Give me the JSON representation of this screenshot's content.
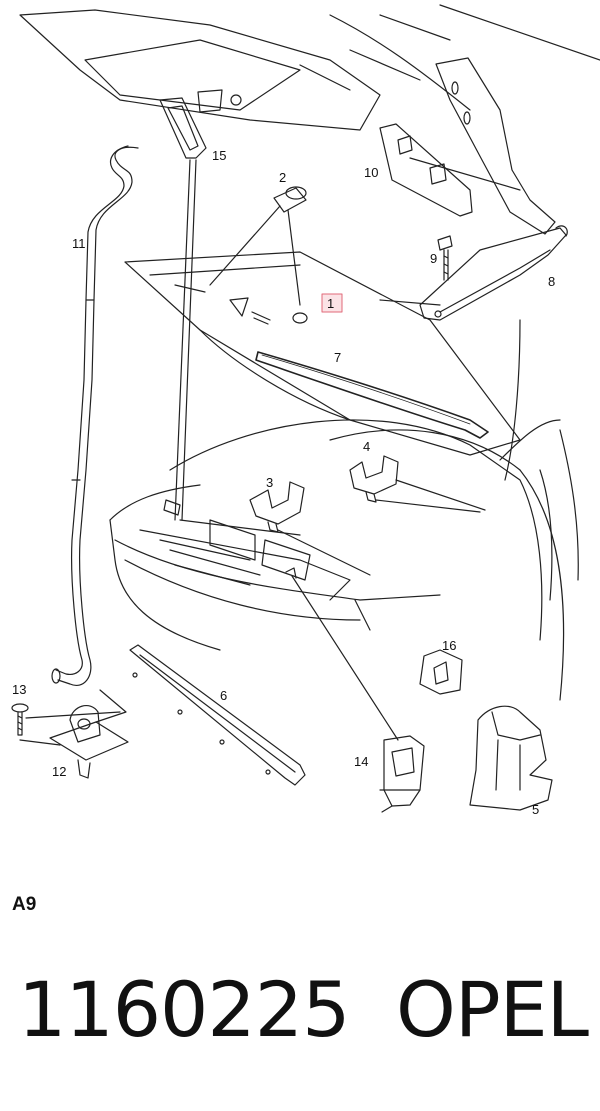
{
  "diagram": {
    "callouts": [
      {
        "id": "1",
        "label": "1",
        "highlighted": true
      },
      {
        "id": "2",
        "label": "2"
      },
      {
        "id": "3",
        "label": "3"
      },
      {
        "id": "4",
        "label": "4"
      },
      {
        "id": "5",
        "label": "5"
      },
      {
        "id": "6",
        "label": "6"
      },
      {
        "id": "7",
        "label": "7"
      },
      {
        "id": "8",
        "label": "8"
      },
      {
        "id": "9",
        "label": "9"
      },
      {
        "id": "10",
        "label": "10"
      },
      {
        "id": "11",
        "label": "11"
      },
      {
        "id": "12",
        "label": "12"
      },
      {
        "id": "13",
        "label": "13"
      },
      {
        "id": "14",
        "label": "14"
      },
      {
        "id": "15",
        "label": "15"
      },
      {
        "id": "16",
        "label": "16"
      }
    ],
    "highlight_color": "#e06a78",
    "highlight_fill": "#fbe3e6"
  },
  "footer": {
    "section_code": "A9",
    "part_number": "1160225",
    "brand": "OPEL"
  }
}
